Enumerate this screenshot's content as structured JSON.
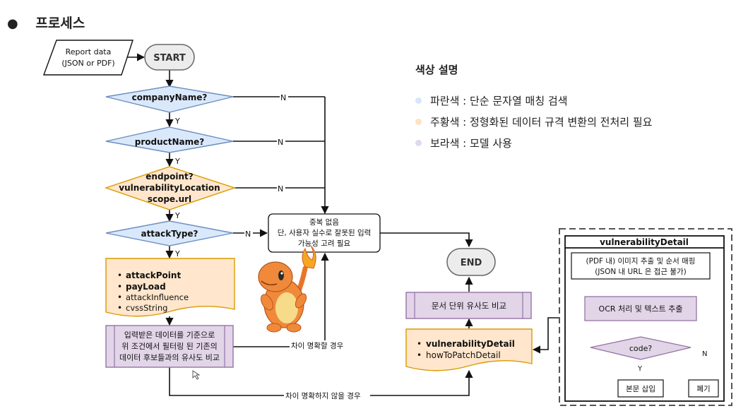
{
  "heading": "프로세스",
  "legend": {
    "title": "색상 설명",
    "items": [
      {
        "text": "파란색 : 단순 문자열 매칭 검색",
        "color": "#d7e6fa"
      },
      {
        "text": "주황색 : 정형화된 데이터 규격 변환의 전처리 필요",
        "color": "#fde3c2"
      },
      {
        "text": "보라색 : 모델 사용",
        "color": "#e3d7ee"
      }
    ]
  },
  "colors": {
    "blue_fill": "#dae8fc",
    "blue_stroke": "#6c8ebf",
    "orange_fill": "#ffe6cc",
    "orange_stroke": "#d79b00",
    "purple_fill": "#e1d5e7",
    "purple_stroke": "#9673a6",
    "grey_fill": "#ececec",
    "grey_stroke": "#666666"
  },
  "flow": {
    "report_data": [
      "Report data",
      "(JSON or PDF)"
    ],
    "start": "START",
    "end": "END",
    "company_name": "companyName?",
    "product_name": "productName?",
    "endpoint": [
      "endpoint?",
      "vulnerabilityLocation",
      "scope.url"
    ],
    "attack_type": "attackType?",
    "fields_box": [
      "attackPoint",
      "payLoad",
      "attackInfluence",
      "cvssString"
    ],
    "compare_box": [
      "입력받은 데이터를 기준으로",
      "위 조건에서 필터링 된 기존의",
      "데이터 후보들과의 유사도 비교"
    ],
    "no_dup_box": [
      "중복 없음",
      "단, 사용자 실수로 잘못된 입력",
      "가능성 고려 필요"
    ],
    "doc_similarity": "문서 단위 유사도 비교",
    "detail_box": [
      "vulnerabilityDetail",
      "howToPatchDetail"
    ],
    "label_y": "Y",
    "label_n": "N",
    "clear_diff": "차이 명확할 경우",
    "unclear_diff": "차이 명확하지 않을 경우"
  },
  "detail_panel": {
    "title": "vulnerabilityDetail",
    "extract_box": [
      "(PDF 내) 이미지 추출 및 순서 매핑",
      "(JSON 내 URL 은 접근 불가)"
    ],
    "ocr_box": "OCR 처리 및 텍스트 추출",
    "code_decision": "code?",
    "insert_box": "본문 삽입",
    "discard_box": "폐기",
    "label_y": "Y",
    "label_n": "N"
  },
  "mascot_icon": "charmander-icon"
}
